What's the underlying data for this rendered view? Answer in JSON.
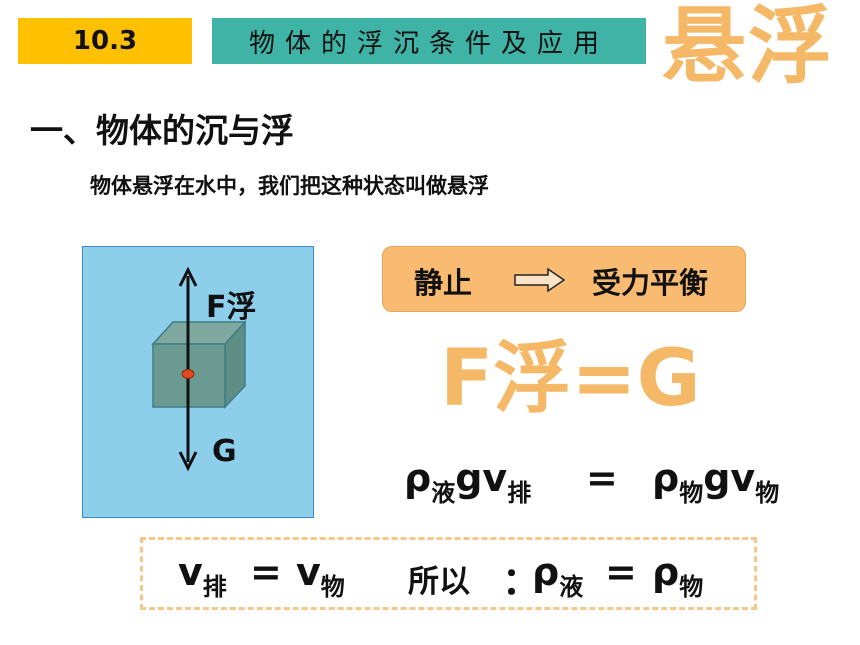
{
  "header": {
    "section_number": "10.3",
    "section_title": "物体的浮沉条件及应用",
    "big_word": "悬浮"
  },
  "content": {
    "heading": "一、物体的沉与浮",
    "statement": "物体悬浮在水中，我们把这种状态叫做悬浮"
  },
  "diagram": {
    "force_up_label": "F浮",
    "force_down_label": "G"
  },
  "balance": {
    "state": "静止",
    "result": "受力平衡"
  },
  "equation_big": "F浮=G",
  "formula1": {
    "left": {
      "main": "ρ",
      "sub1": "液",
      "mid": "gv",
      "sub2": "排"
    },
    "eq": "=",
    "right": {
      "main": "ρ",
      "sub1": "物",
      "mid": "gv",
      "sub2": "物"
    }
  },
  "conclusion": {
    "left": {
      "main": "v",
      "sub": "排"
    },
    "eq1": "=",
    "right": {
      "main": "v",
      "sub": "物"
    },
    "word": "所以",
    "colon": "：",
    "rho1": {
      "main": "ρ",
      "sub": "液"
    },
    "eq2": "=",
    "rho2": {
      "main": "ρ",
      "sub": "物"
    }
  },
  "colors": {
    "yellow": "#FFC000",
    "teal": "#3FB3A6",
    "orange_text": "#F5B867",
    "water": "#8DCEEB",
    "cube": "#6B9A92",
    "center_dot": "#E24A1E"
  }
}
